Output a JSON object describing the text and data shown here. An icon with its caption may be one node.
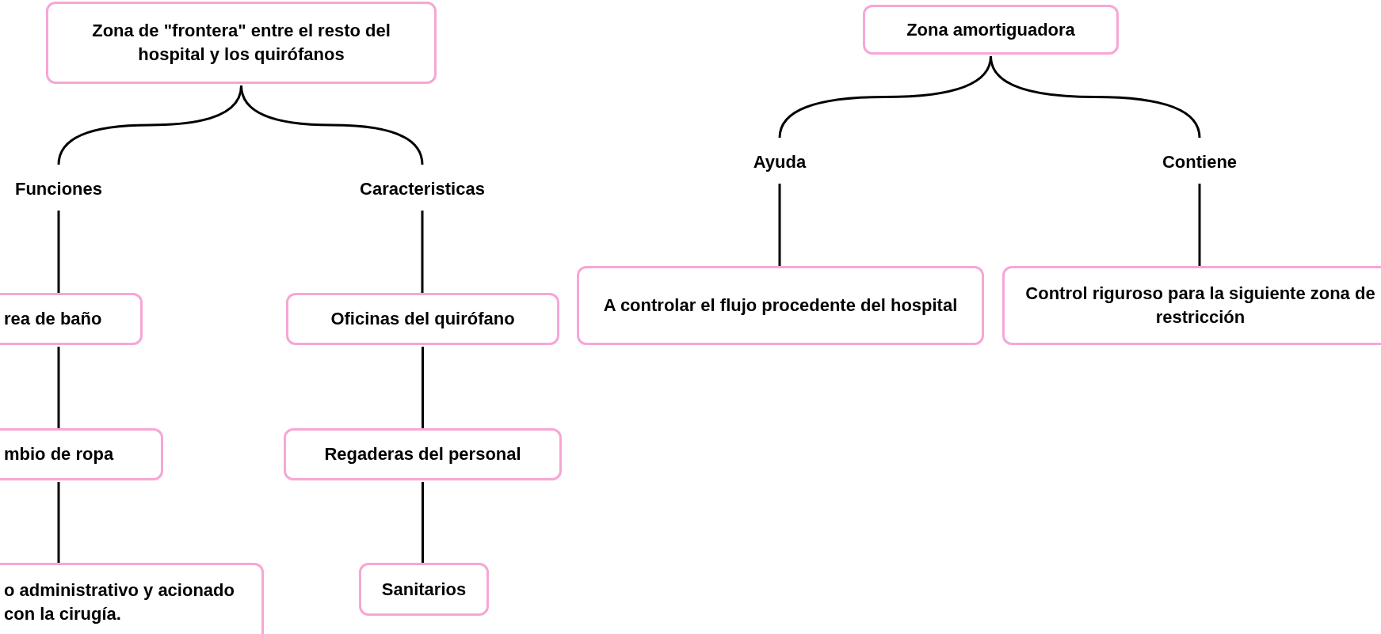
{
  "diagram": {
    "nodes": [
      {
        "text": [
          "Zona  de \"frontera\" entre el resto del hospital y los quirófanos"
        ]
      },
      {
        "text": [
          "Funciones"
        ]
      },
      {
        "text": [
          "Caracteristicas"
        ]
      },
      {
        "text": [
          "rea de baño"
        ]
      },
      {
        "text": [
          "mbio de ropa"
        ]
      },
      {
        "text": [
          "o administrativo y acionado con la cirugía."
        ]
      },
      {
        "text": [
          "Oficinas del quirófano"
        ]
      },
      {
        "text": [
          "Regaderas del personal"
        ]
      },
      {
        "text": [
          "Sanitarios"
        ]
      },
      {
        "text": [
          "Zona amortiguadora"
        ]
      },
      {
        "text": [
          "Ayuda"
        ]
      },
      {
        "text": [
          "Contiene"
        ]
      },
      {
        "text": [
          "A controlar el flujo procedente del hospital"
        ]
      },
      {
        "text": [
          "Control riguroso para la siguiente zona de restricción"
        ]
      }
    ],
    "edges": [
      {
        "from": 0,
        "to": 1,
        "arrow": "none"
      },
      {
        "from": 0,
        "to": 2,
        "arrow": "none"
      },
      {
        "from": 1,
        "to": 3,
        "arrow": "none"
      },
      {
        "from": 3,
        "to": 4,
        "arrow": "none"
      },
      {
        "from": 4,
        "to": 5,
        "arrow": "none"
      },
      {
        "from": 2,
        "to": 6,
        "arrow": "none"
      },
      {
        "from": 6,
        "to": 7,
        "arrow": "none"
      },
      {
        "from": 7,
        "to": 8,
        "arrow": "none"
      },
      {
        "from": 9,
        "to": 10,
        "arrow": "none"
      },
      {
        "from": 9,
        "to": 11,
        "arrow": "none"
      },
      {
        "from": 10,
        "to": 12,
        "arrow": "none"
      },
      {
        "from": 11,
        "to": 13,
        "arrow": "none"
      }
    ]
  }
}
